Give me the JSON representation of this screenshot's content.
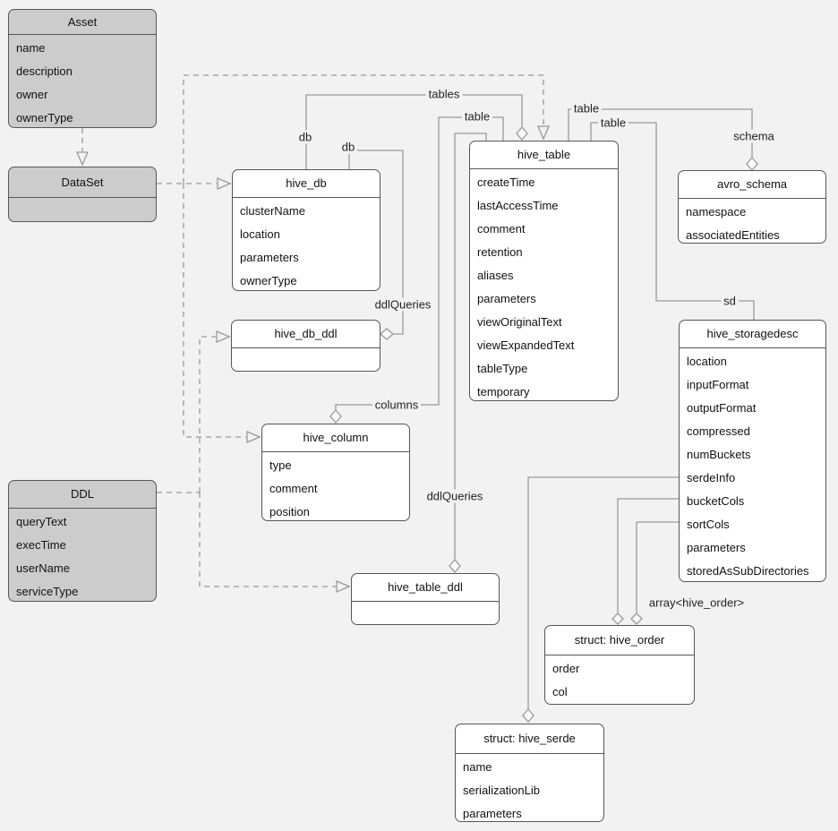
{
  "diagram": {
    "kind": "uml-entity-diagram",
    "colors": {
      "canvas_background": "#f2f2f2",
      "connector": "#999999",
      "box_border": "#565656",
      "gray_box_fill": "#cccccc",
      "white_box_fill": "#ffffff",
      "text": "#111111"
    }
  },
  "entities": {
    "asset": {
      "title": "Asset",
      "fields": [
        "name",
        "description",
        "owner",
        "ownerType"
      ]
    },
    "dataset": {
      "title": "DataSet",
      "fields": []
    },
    "ddl": {
      "title": "DDL",
      "fields": [
        "queryText",
        "execTime",
        "userName",
        "serviceType"
      ]
    },
    "hive_db": {
      "title": "hive_db",
      "fields": [
        "clusterName",
        "location",
        "parameters",
        "ownerType"
      ]
    },
    "hive_db_ddl": {
      "title": "hive_db_ddl",
      "fields": []
    },
    "hive_column": {
      "title": "hive_column",
      "fields": [
        "type",
        "comment",
        "position"
      ]
    },
    "hive_table": {
      "title": "hive_table",
      "fields": [
        "createTime",
        "lastAccessTime",
        "comment",
        "retention",
        "aliases",
        "parameters",
        "viewOriginalText",
        "viewExpandedText",
        "tableType",
        "temporary"
      ]
    },
    "avro_schema": {
      "title": "avro_schema",
      "fields": [
        "namespace",
        "associatedEntities"
      ]
    },
    "hive_storagedesc": {
      "title": "hive_storagedesc",
      "fields": [
        "location",
        "inputFormat",
        "outputFormat",
        "compressed",
        "numBuckets",
        "serdeInfo",
        "bucketCols",
        "sortCols",
        "parameters",
        "storedAsSubDirectories"
      ]
    },
    "hive_table_ddl": {
      "title": "hive_table_ddl",
      "fields": []
    },
    "hive_order": {
      "title": "struct: hive_order",
      "fields": [
        "order",
        "col"
      ]
    },
    "hive_serde": {
      "title": "struct: hive_serde",
      "fields": [
        "name",
        "serializationLib",
        "parameters"
      ]
    }
  },
  "edge_labels": {
    "tables": "tables",
    "db_on_tables_edge": "db",
    "db_on_ddl_edge": "db",
    "ddlqueries_db": "ddlQueries",
    "table_on_columns_edge": "table",
    "columns": "columns",
    "ddlqueries_table": "ddlQueries",
    "table_on_schema_edge": "table",
    "schema": "schema",
    "table_on_sd_edge": "table",
    "sd": "sd",
    "array_hive_order": "array<hive_order>"
  }
}
